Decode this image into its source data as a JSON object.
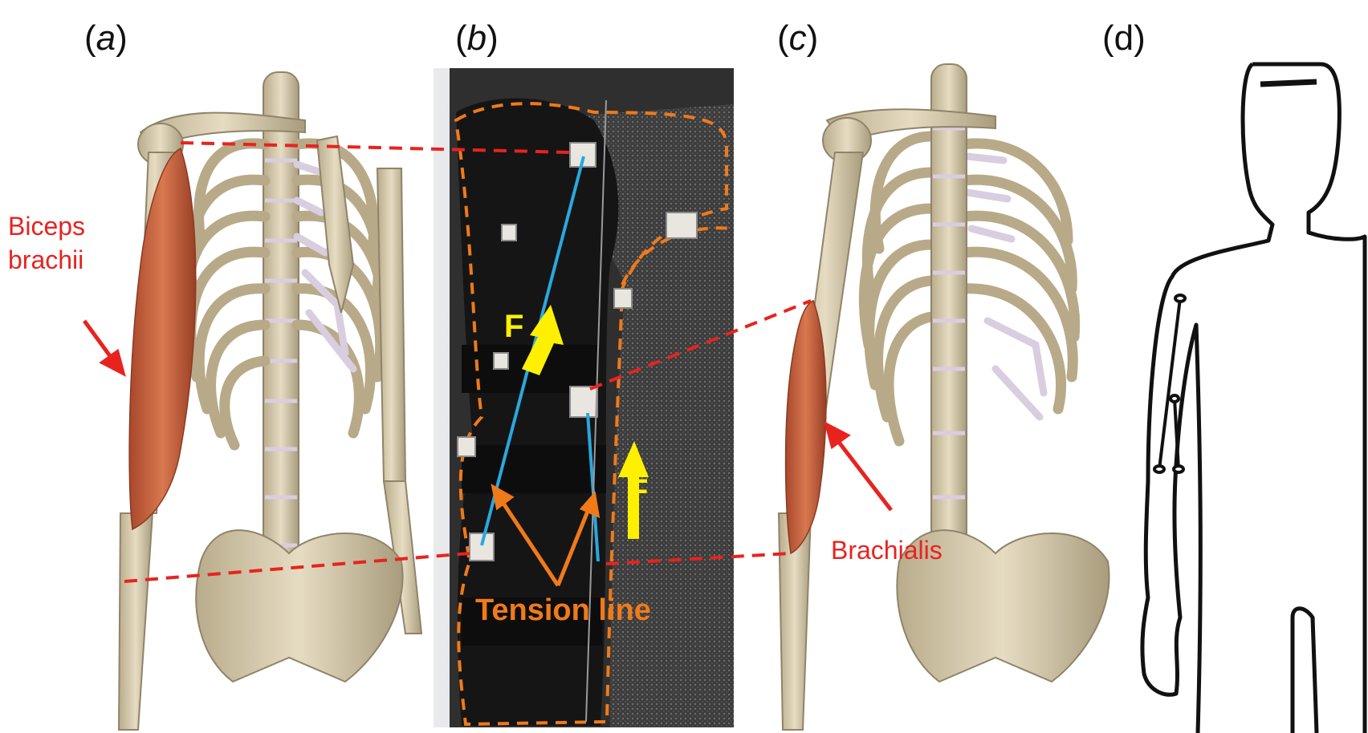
{
  "panels": {
    "a": {
      "open": "(",
      "letter": "a",
      "close": ")"
    },
    "b": {
      "open": "(",
      "letter": "b",
      "close": ")"
    },
    "c": {
      "open": "(",
      "letter": "c",
      "close": ")"
    },
    "d": "(d)"
  },
  "labels": {
    "biceps_line1": "Biceps",
    "biceps_line2": "brachii",
    "brachialis": "Brachialis",
    "tension_line": "Tension line",
    "force_upper": "F",
    "force_lower": "F"
  },
  "colors": {
    "muscle": "#c9623f",
    "bone": "#d8cdb1",
    "cartilage": "#d9cde0",
    "suit": "#141414",
    "knit": "#4a4a4a",
    "annotation_red": "#e8231f",
    "tension_orange": "#f07a1a",
    "cable_blue": "#29a8e0",
    "force_yellow": "#ffef00"
  }
}
